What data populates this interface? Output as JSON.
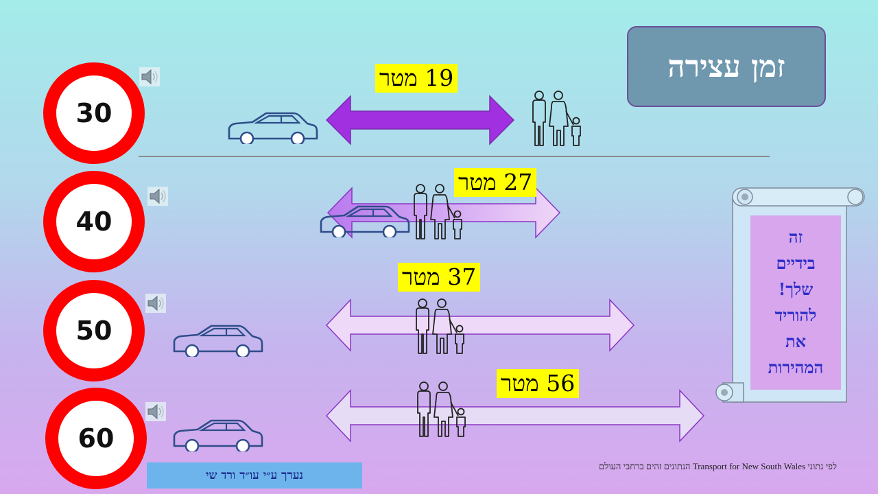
{
  "title": "זמן עצירה",
  "rows": [
    {
      "speed": "30",
      "distance": "19 מטר"
    },
    {
      "speed": "40",
      "distance": "27 מטר"
    },
    {
      "speed": "50",
      "distance": "37 מטר"
    },
    {
      "speed": "60",
      "distance": "56 מטר"
    }
  ],
  "scroll_message": [
    "זה",
    "בידיים",
    "שלך!",
    "להוריד",
    "את",
    "המהירות"
  ],
  "credit": "נערך ע״י עו״ד ורד שי",
  "source": "לפי נתוני Transport for New South Wales הנתונים זהים ברחבי העולם",
  "colors": {
    "sign_ring": "#ff0000",
    "arrow_primary": "#a030e0",
    "label_bg": "#ffff00",
    "title_bg": "#6f97ae",
    "scroll_text": "#2e2ec9"
  }
}
